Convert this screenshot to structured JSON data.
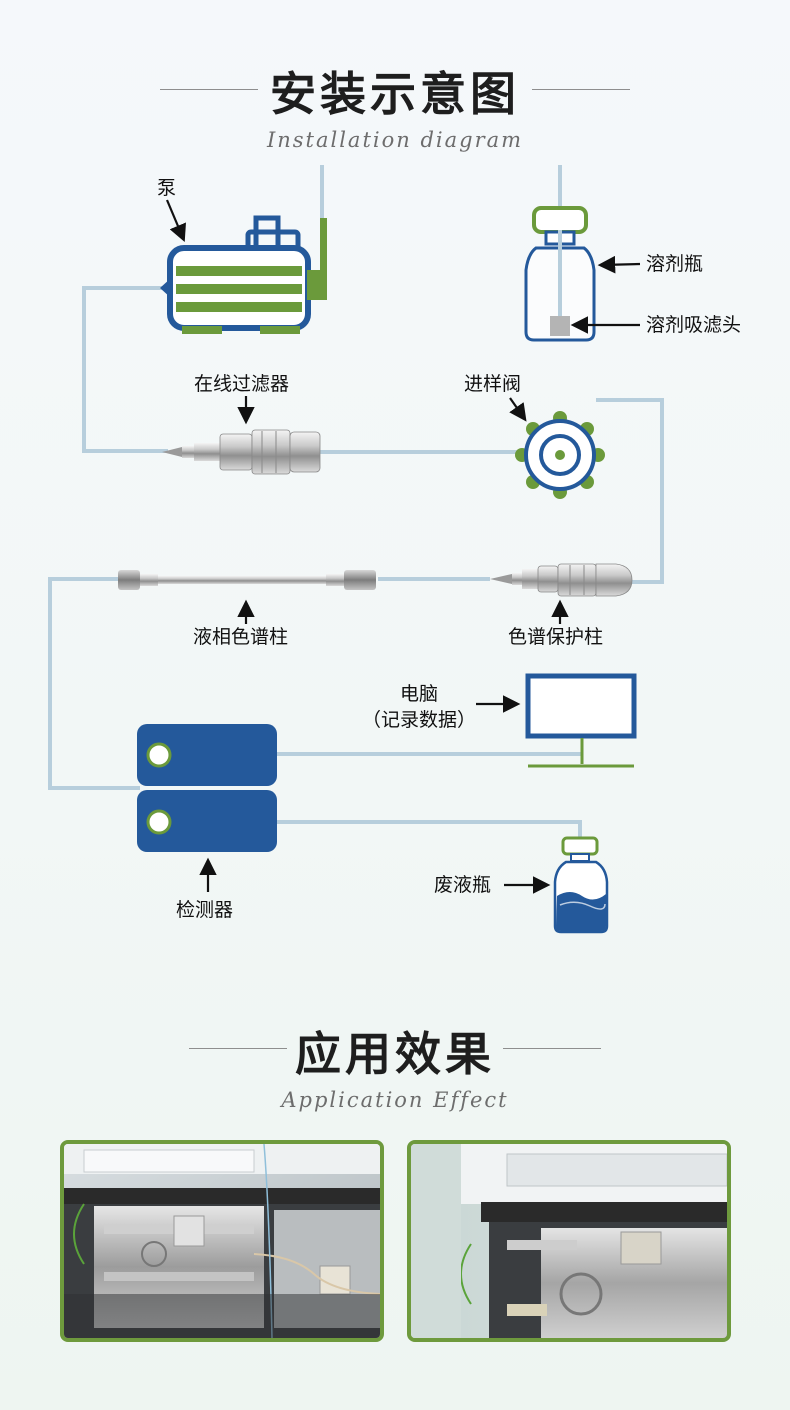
{
  "install": {
    "title_zh": "安装示意图",
    "title_en": "Installation diagram",
    "labels": {
      "pump": "泵",
      "solvent_bottle": "溶剂瓶",
      "solvent_filter": "溶剂吸滤头",
      "inline_filter": "在线过滤器",
      "injection_valve": "进样阀",
      "lc_column": "液相色谱柱",
      "guard_column": "色谱保护柱",
      "computer_line1": "电脑",
      "computer_line2": "（记录数据）",
      "detector": "检测器",
      "waste_bottle": "废液瓶"
    }
  },
  "application": {
    "title_zh": "应用效果",
    "title_en": "Application Effect"
  },
  "colors": {
    "blue": "#24599b",
    "green": "#6b9a3b",
    "tube": "#b7cedc",
    "photo_border": "#6e9a3d"
  }
}
